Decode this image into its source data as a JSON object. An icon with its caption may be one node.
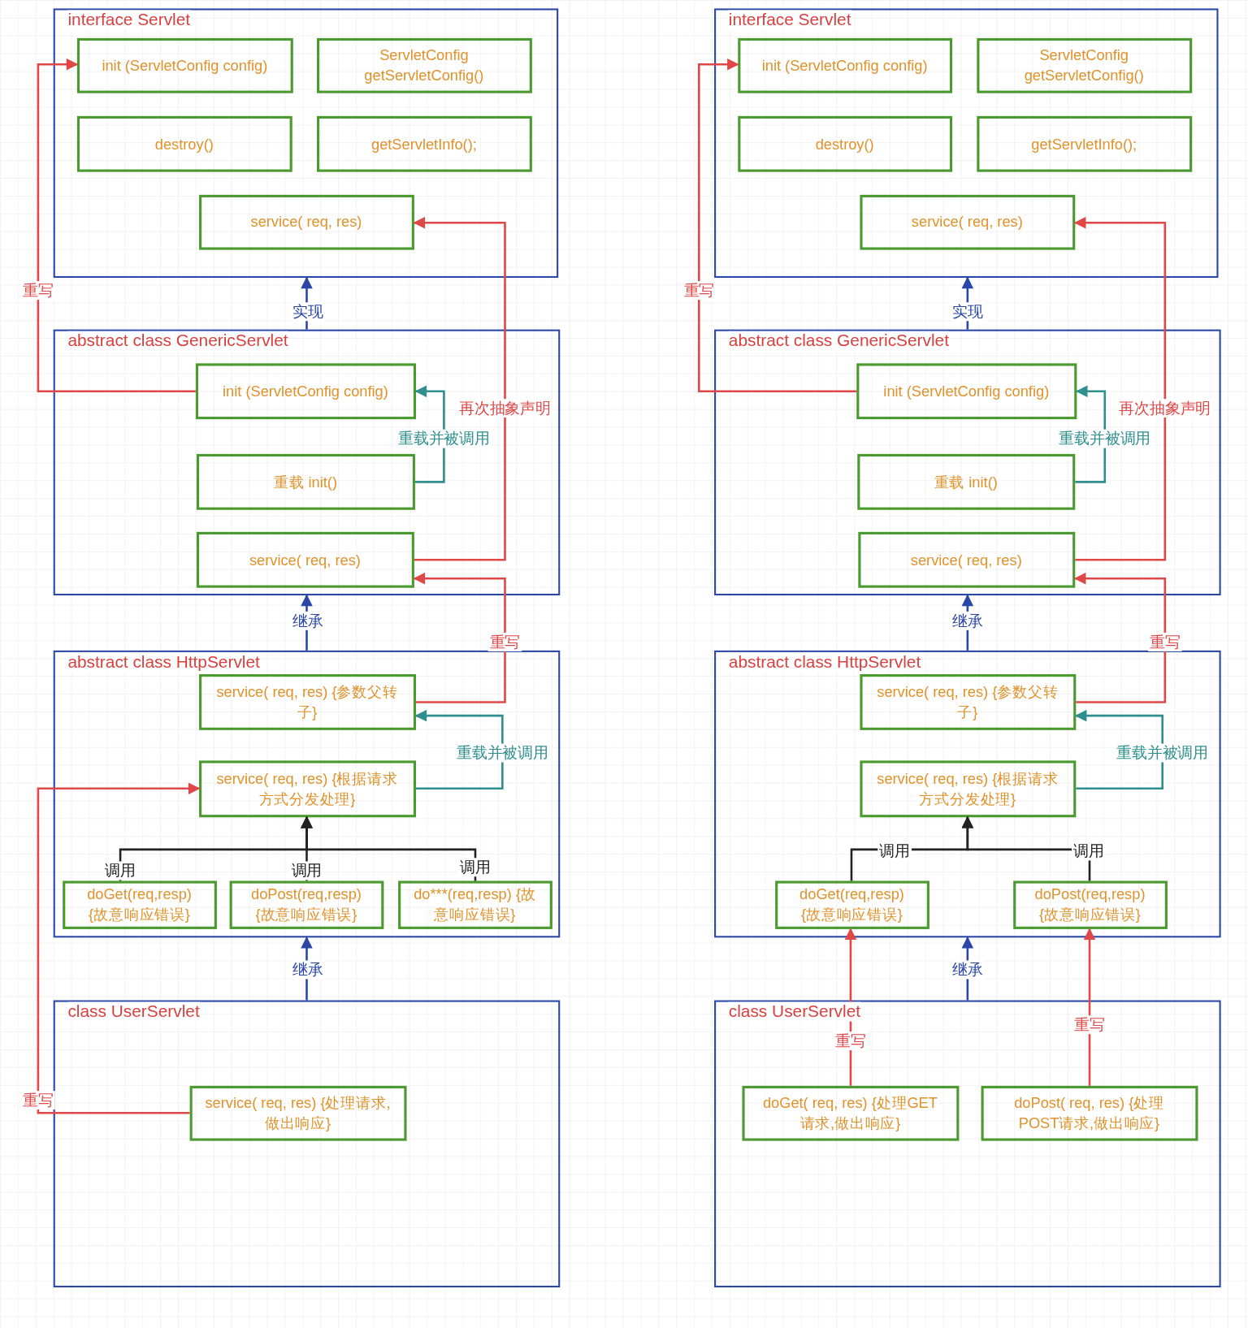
{
  "diagram": {
    "nodes": [
      {
        "text": [
          "interface Servlet"
        ]
      },
      {
        "text": [
          "init (ServletConfig config)"
        ],
        "in": 0
      },
      {
        "text": [
          "ServletConfig getServletConfig()"
        ],
        "in": 0
      },
      {
        "text": [
          "destroy()"
        ],
        "in": 0
      },
      {
        "text": [
          "getServletInfo();"
        ],
        "in": 0
      },
      {
        "text": [
          "service( req, res)"
        ],
        "in": 0
      },
      {
        "text": [
          "abstract class GenericServlet"
        ]
      },
      {
        "text": [
          "init (ServletConfig config)"
        ],
        "in": 6
      },
      {
        "text": [
          "重载 init()"
        ],
        "in": 6
      },
      {
        "text": [
          "service( req, res)"
        ],
        "in": 6
      },
      {
        "text": [
          "abstract class HttpServlet"
        ]
      },
      {
        "text": [
          "service( req, res) {参数父转子}"
        ],
        "in": 10
      },
      {
        "text": [
          "service( req, res) {根据请求方式分发处理}"
        ],
        "in": 10
      },
      {
        "text": [
          "doGet(req,resp) {故意响应错误}"
        ],
        "in": 10
      },
      {
        "text": [
          "doPost(req,resp) {故意响应错误}"
        ],
        "in": 10
      },
      {
        "text": [
          "do***(req,resp) {故意响应错误}"
        ],
        "in": 10
      },
      {
        "text": [
          "class UserServlet"
        ]
      },
      {
        "text": [
          "service( req, res) {处理请求,做出响应}"
        ],
        "in": 16
      },
      {
        "text": [
          "interface Servlet"
        ]
      },
      {
        "text": [
          "init (ServletConfig config)"
        ],
        "in": 18
      },
      {
        "text": [
          "ServletConfig getServletConfig()"
        ],
        "in": 18
      },
      {
        "text": [
          "destroy()"
        ],
        "in": 18
      },
      {
        "text": [
          "getServletInfo();"
        ],
        "in": 18
      },
      {
        "text": [
          "service( req, res)"
        ],
        "in": 18
      },
      {
        "text": [
          "abstract class GenericServlet"
        ]
      },
      {
        "text": [
          "init (ServletConfig config)"
        ],
        "in": 24
      },
      {
        "text": [
          "重载 init()"
        ],
        "in": 24
      },
      {
        "text": [
          "service( req, res)"
        ],
        "in": 24
      },
      {
        "text": [
          "abstract class HttpServlet"
        ]
      },
      {
        "text": [
          "service( req, res) {参数父转子}"
        ],
        "in": 28
      },
      {
        "text": [
          "service( req, res) {根据请求方式分发处理}"
        ],
        "in": 28
      },
      {
        "text": [
          "doGet(req,resp) {故意响应错误}"
        ],
        "in": 28
      },
      {
        "text": [
          "doPost(req,resp) {故意响应错误}"
        ],
        "in": 28
      },
      {
        "text": [
          "class UserServlet"
        ]
      },
      {
        "text": [
          "doGet( req, res) {处理GET请求,做出响应}"
        ],
        "in": 33
      },
      {
        "text": [
          "doPost( req, res) {处理POST请求,做出响应}"
        ],
        "in": 33
      }
    ],
    "edges": [
      {
        "from": 6,
        "to": 0,
        "arrow": "to",
        "label": "实现",
        "color": "#2a47a8"
      },
      {
        "from": 7,
        "to": 1,
        "arrow": "to",
        "label": "重写"
      },
      {
        "from": 8,
        "to": 7,
        "arrow": "to",
        "label": "重载并被调用",
        "color": "#2f8f8f"
      },
      {
        "from": 9,
        "to": 5,
        "arrow": "to",
        "label": "再次抽象声明"
      },
      {
        "from": 10,
        "to": 6,
        "arrow": "to",
        "label": "继承",
        "color": "#2a47a8"
      },
      {
        "from": 11,
        "to": 9,
        "arrow": "to",
        "label": "重写"
      },
      {
        "from": 12,
        "to": 11,
        "arrow": "to",
        "label": "重载并被调用",
        "color": "#2f8f8f"
      },
      {
        "from": 13,
        "to": 12,
        "arrow": "to",
        "label": "调用",
        "color": "#222222"
      },
      {
        "from": 14,
        "to": 12,
        "arrow": "to",
        "label": "调用",
        "color": "#222222"
      },
      {
        "from": 15,
        "to": 12,
        "arrow": "to",
        "label": "调用",
        "color": "#222222"
      },
      {
        "from": 16,
        "to": 10,
        "arrow": "to",
        "label": "继承",
        "color": "#2a47a8"
      },
      {
        "from": 17,
        "to": 12,
        "arrow": "to",
        "label": "重写"
      },
      {
        "from": 24,
        "to": 18,
        "arrow": "to",
        "label": "实现",
        "color": "#2a47a8"
      },
      {
        "from": 25,
        "to": 19,
        "arrow": "to",
        "label": "重写"
      },
      {
        "from": 26,
        "to": 25,
        "arrow": "to",
        "label": "重载并被调用",
        "color": "#2f8f8f"
      },
      {
        "from": 27,
        "to": 23,
        "arrow": "to",
        "label": "再次抽象声明"
      },
      {
        "from": 28,
        "to": 24,
        "arrow": "to",
        "label": "继承",
        "color": "#2a47a8"
      },
      {
        "from": 29,
        "to": 27,
        "arrow": "to",
        "label": "重写"
      },
      {
        "from": 30,
        "to": 29,
        "arrow": "to",
        "label": "重载并被调用",
        "color": "#2f8f8f"
      },
      {
        "from": 31,
        "to": 30,
        "arrow": "to",
        "label": "调用",
        "color": "#222222"
      },
      {
        "from": 32,
        "to": 30,
        "arrow": "to",
        "label": "调用",
        "color": "#222222"
      },
      {
        "from": 33,
        "to": 28,
        "arrow": "to",
        "label": "继承",
        "color": "#2a47a8"
      },
      {
        "from": 34,
        "to": 31,
        "arrow": "to",
        "label": "重写"
      },
      {
        "from": 35,
        "to": 32,
        "arrow": "to",
        "label": "重写"
      }
    ]
  }
}
